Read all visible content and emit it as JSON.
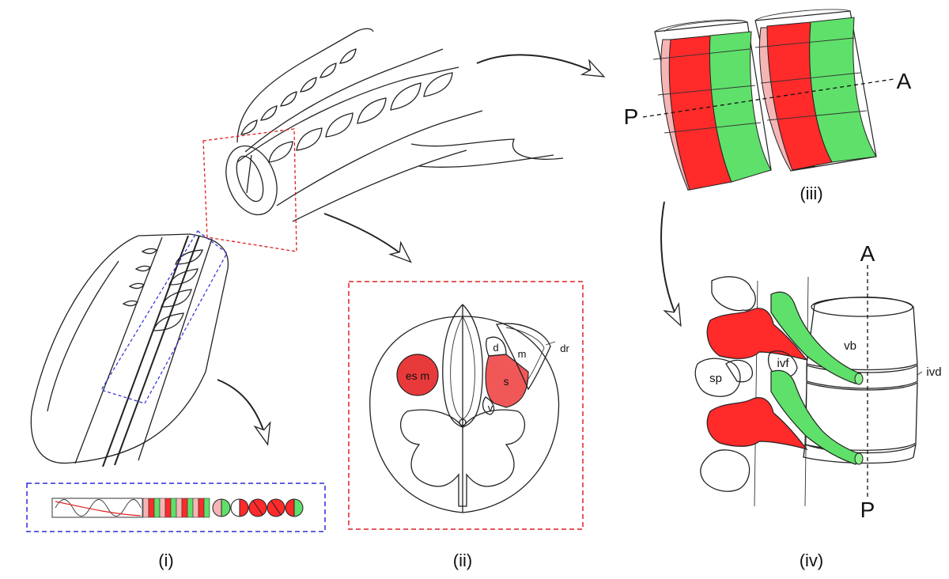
{
  "panels": {
    "i": {
      "caption": "(i)",
      "border_color": "#2b2bd6"
    },
    "ii": {
      "caption": "(ii)",
      "border_color": "#e02020",
      "labels": {
        "esm": "es m",
        "s": "s",
        "d": "d",
        "m": "m",
        "dr": "dr",
        "v": "v"
      }
    },
    "iii": {
      "caption": "(iii)",
      "label_anterior": "A",
      "label_posterior": "P"
    },
    "iv": {
      "caption": "(iv)",
      "label_anterior": "A",
      "label_posterior": "P",
      "labels": {
        "vb": "vb",
        "ivd": "ivd",
        "ivf": "ivf",
        "sp": "sp"
      }
    }
  },
  "colors": {
    "red": "#ff2a2a",
    "pink": "#f6b5b5",
    "green": "#5fe06a",
    "light_green": "#8cef8c",
    "esm_red": "#e83a3a",
    "s_red": "#f05858"
  }
}
